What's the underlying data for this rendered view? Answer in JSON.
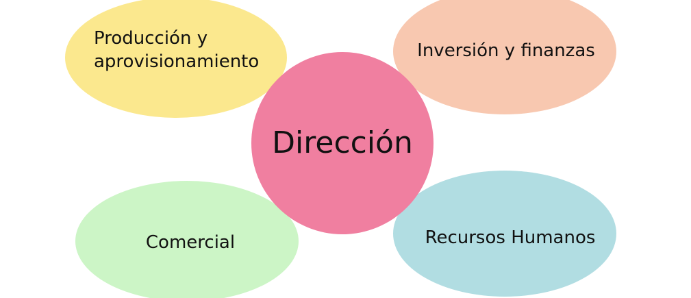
{
  "center": {
    "label": "Dirección",
    "color": "#F07FA0"
  },
  "nodes": [
    {
      "label_line1": "Producción y",
      "label_line2": "aprovisionamiento",
      "color": "#FBE88E"
    },
    {
      "label": "Inversión y finanzas",
      "color": "#F8C8B0"
    },
    {
      "label": "Comercial",
      "color": "#CCF5C6"
    },
    {
      "label": "Recursos Humanos",
      "color": "#B1DDE2"
    }
  ]
}
